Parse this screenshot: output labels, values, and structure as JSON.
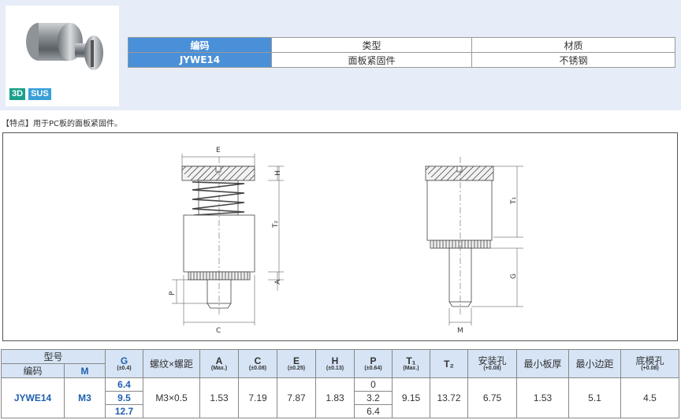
{
  "badges": {
    "three_d": "3D",
    "material": "SUS"
  },
  "summary": {
    "headers": [
      "编码",
      "类型",
      "材质"
    ],
    "row": [
      "JYWE14",
      "面板紧固件",
      "不锈钢"
    ]
  },
  "feature_text": "【特点】用于PC板的面板紧固件。",
  "drawing_labels": {
    "E": "E",
    "H": "H",
    "T2": "T₂",
    "A": "A",
    "P": "P",
    "C": "C",
    "T1": "T₁",
    "G": "G",
    "M": "M"
  },
  "spec": {
    "group_header": "型号",
    "sub_code": "编码",
    "sub_m": "M",
    "cols": [
      {
        "name": "G",
        "tol": "(±0.4)"
      },
      {
        "name": "螺纹×螺距",
        "tol": ""
      },
      {
        "name": "A",
        "tol": "(Max.)"
      },
      {
        "name": "C",
        "tol": "(±0.08)"
      },
      {
        "name": "E",
        "tol": "(±0.25)"
      },
      {
        "name": "H",
        "tol": "(±0.13)"
      },
      {
        "name": "P",
        "tol": "(±0.64)"
      },
      {
        "name": "T₁",
        "tol": "(Max.)"
      },
      {
        "name": "T₂",
        "tol": ""
      },
      {
        "name": "安装孔",
        "tol": "(+0.08)"
      },
      {
        "name": "最小板厚",
        "tol": ""
      },
      {
        "name": "最小边距",
        "tol": ""
      },
      {
        "name": "底模孔",
        "tol": "(+0.08)"
      }
    ],
    "row": {
      "code": "JYWE14",
      "m": "M3",
      "g": [
        "6.4",
        "9.5",
        "12.7"
      ],
      "thread": "M3×0.5",
      "a": "1.53",
      "c": "7.19",
      "e": "7.87",
      "h": "1.83",
      "p": [
        "0",
        "3.2",
        "6.4"
      ],
      "t1": "9.15",
      "t2": "13.72",
      "hole": "6.75",
      "min_thick": "1.53",
      "min_edge": "5.1",
      "die_hole": "4.5"
    }
  },
  "colors": {
    "brand_blue": "#4a90d9",
    "header_bg": "#e6edf8",
    "table_head": "#d6e4f5"
  }
}
